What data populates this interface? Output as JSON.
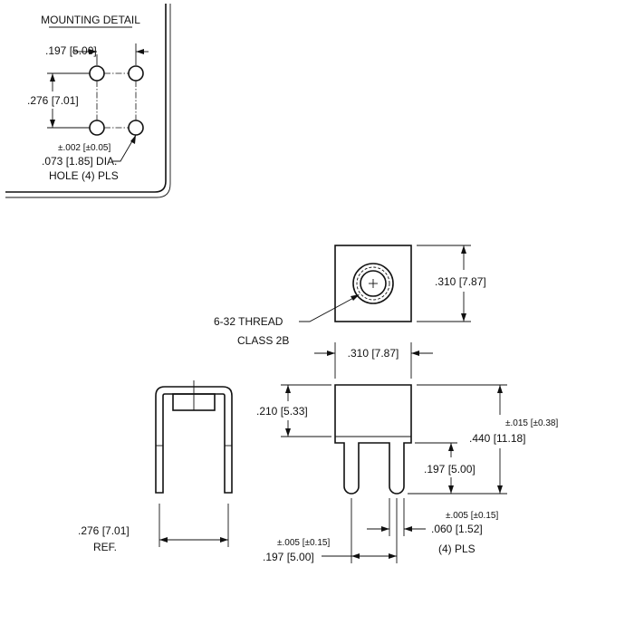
{
  "mounting_detail": {
    "title": "MOUNTING DETAIL",
    "spacing_x": ".197 [5.00]",
    "spacing_y": ".276 [7.01]",
    "hole_tol": "±.002 [±0.05]",
    "hole_dia": ".073 [1.85] DIA.",
    "hole_count": "HOLE (4) PLS"
  },
  "top_view": {
    "height_dim": ".310 [7.87]",
    "width_dim": ".310 [7.87]",
    "thread_line1": "6-32 THREAD",
    "thread_line2": "CLASS 2B"
  },
  "front_view": {
    "body_height": ".210 [5.33]",
    "overall_tol": "±.015 [±0.38]",
    "overall_height": ".440 [11.18]",
    "pin_length": ".197 [5.00]",
    "pin_width_tol": "±.005 [±0.15]",
    "pin_width": ".060 [1.52]",
    "pin_count": "(4) PLS",
    "pin_spacing_tol": "±.005 [±0.15]",
    "pin_spacing": ".197 [5.00]"
  },
  "side_view": {
    "ref_dim": ".276 [7.01]",
    "ref_label": "REF."
  }
}
